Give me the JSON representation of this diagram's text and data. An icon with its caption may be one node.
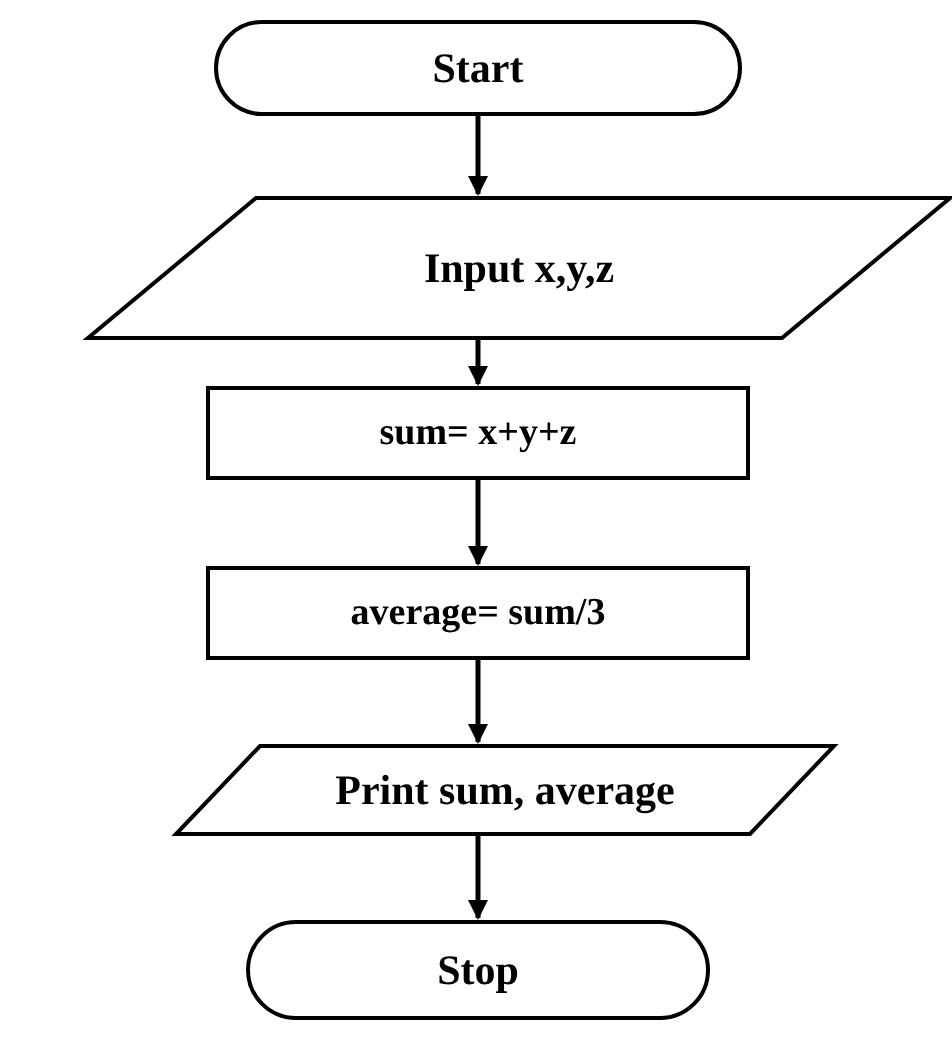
{
  "diagram": {
    "nodes": [
      {
        "text": [
          "Start"
        ]
      },
      {
        "text": [
          "Input x,y,z"
        ]
      },
      {
        "text": [
          "sum= x+y+z"
        ]
      },
      {
        "text": [
          "average= sum/3"
        ]
      },
      {
        "text": [
          "Print sum, average"
        ]
      },
      {
        "text": [
          "Stop"
        ]
      }
    ],
    "edges": [
      {
        "from": 0,
        "to": 1,
        "arrow": "to"
      },
      {
        "from": 1,
        "to": 2,
        "arrow": "to"
      },
      {
        "from": 2,
        "to": 3,
        "arrow": "to"
      },
      {
        "from": 3,
        "to": 4,
        "arrow": "to"
      },
      {
        "from": 4,
        "to": 5,
        "arrow": "to"
      }
    ]
  }
}
